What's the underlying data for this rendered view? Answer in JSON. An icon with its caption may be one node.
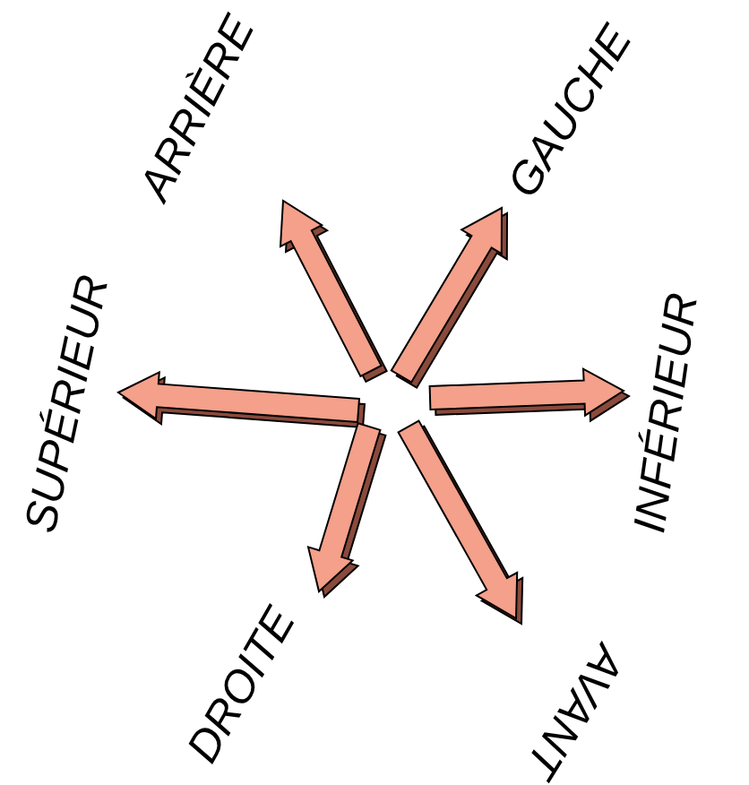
{
  "diagram": {
    "nodes": [
      {
        "text": [
          "ARRIÈRE"
        ]
      },
      {
        "text": [
          "GAUCHE"
        ]
      },
      {
        "text": [
          "SUPÉRIEUR"
        ]
      },
      {
        "text": [
          "INFÉRIEUR"
        ]
      },
      {
        "text": [
          "DROITE"
        ]
      },
      {
        "text": [
          "AVANT"
        ]
      }
    ],
    "edges": [
      {
        "from": null,
        "to": 0,
        "arrow": "to"
      },
      {
        "from": null,
        "to": 1,
        "arrow": "to"
      },
      {
        "from": null,
        "to": 2,
        "arrow": "to"
      },
      {
        "from": null,
        "to": 3,
        "arrow": "to"
      },
      {
        "from": null,
        "to": 4,
        "arrow": "to"
      },
      {
        "from": null,
        "to": 5,
        "arrow": "to"
      }
    ]
  }
}
